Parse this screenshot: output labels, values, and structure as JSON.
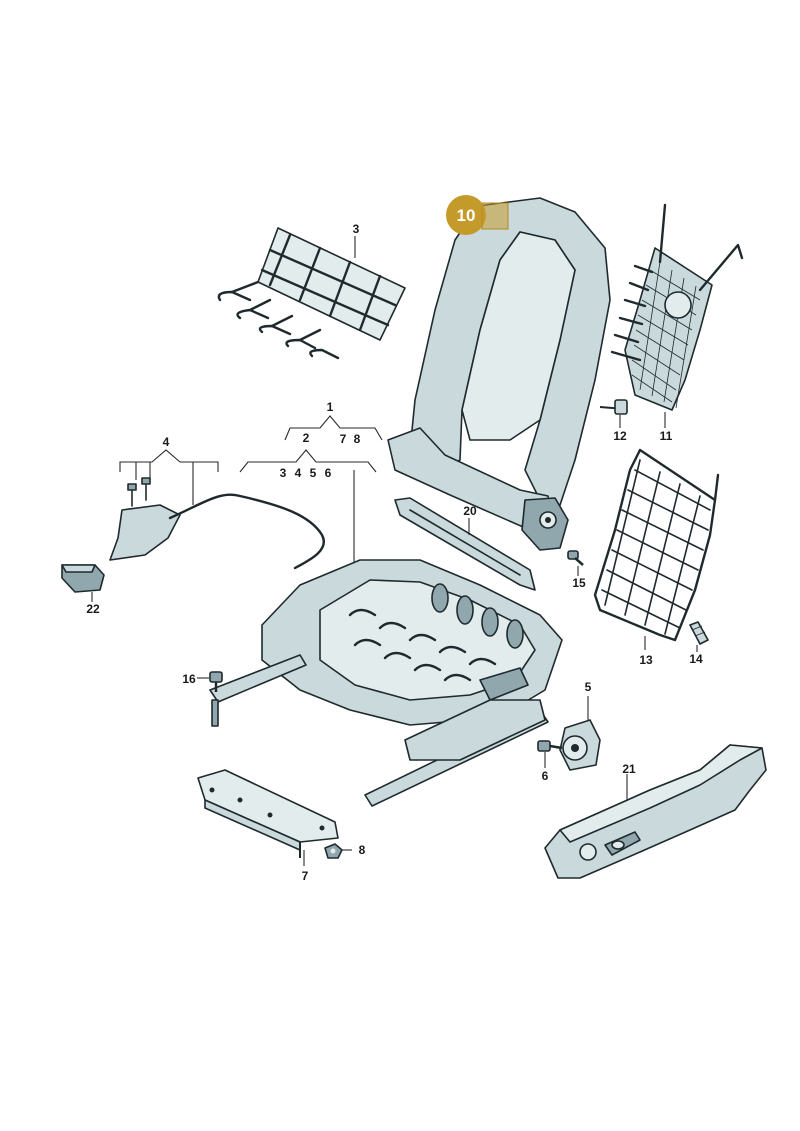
{
  "diagram": {
    "labels": {
      "p1": "1",
      "p2": "2",
      "p3a": "3",
      "p3b": "3",
      "p4": "4",
      "p4b": "4",
      "p5": "5",
      "p5b": "5",
      "p6": "6",
      "p6b": "6",
      "p7": "7",
      "p7b": "7",
      "p8": "8",
      "p8b": "8",
      "p10": "10",
      "p11": "11",
      "p12": "12",
      "p13": "13",
      "p14": "14",
      "p15": "15",
      "p16": "16",
      "p20": "20",
      "p21": "21",
      "p22": "22"
    },
    "highlight": {
      "part": "10",
      "color": "#c49a2a"
    },
    "colors": {
      "part_fill": "#c9d9dc",
      "outline": "#1f2a2e"
    }
  }
}
